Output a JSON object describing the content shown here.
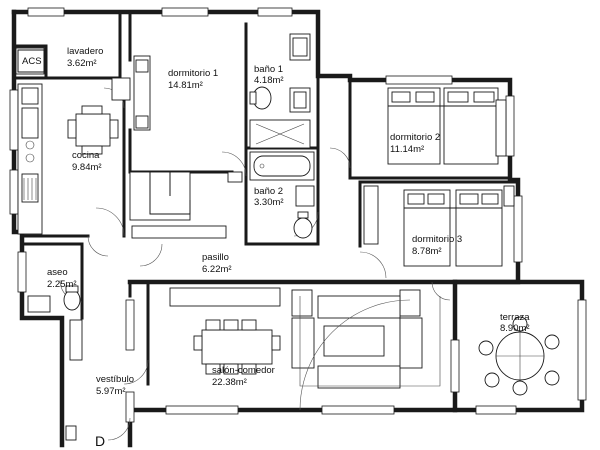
{
  "rooms": {
    "lavadero": {
      "name": "lavadero",
      "area": "3.62m²"
    },
    "acs": {
      "name": "ACS"
    },
    "dormitorio1": {
      "name": "dormitorio 1",
      "area": "14.81m²"
    },
    "bano1": {
      "name": "baño 1",
      "area": "4.18m²"
    },
    "cocina": {
      "name": "cocina",
      "area": "9.84m²"
    },
    "dormitorio2": {
      "name": "dormitorio 2",
      "area": "11.14m²"
    },
    "bano2": {
      "name": "baño 2",
      "area": "3.30m²"
    },
    "dormitorio3": {
      "name": "dormitorio 3",
      "area": "8.78m²"
    },
    "pasillo": {
      "name": "pasillo",
      "area": "6.22m²"
    },
    "aseo": {
      "name": "aseo",
      "area": "2.25m²"
    },
    "terraza": {
      "name": "terraza",
      "area": "8.90m²"
    },
    "vestibulo": {
      "name": "vestíbulo",
      "area": "5.97m²"
    },
    "salon": {
      "name": "salón-comedor",
      "area": "22.38m²"
    }
  },
  "entrance": {
    "letter": "D"
  },
  "colors": {
    "wall": "#1a1a1a",
    "background": "#ffffff"
  }
}
